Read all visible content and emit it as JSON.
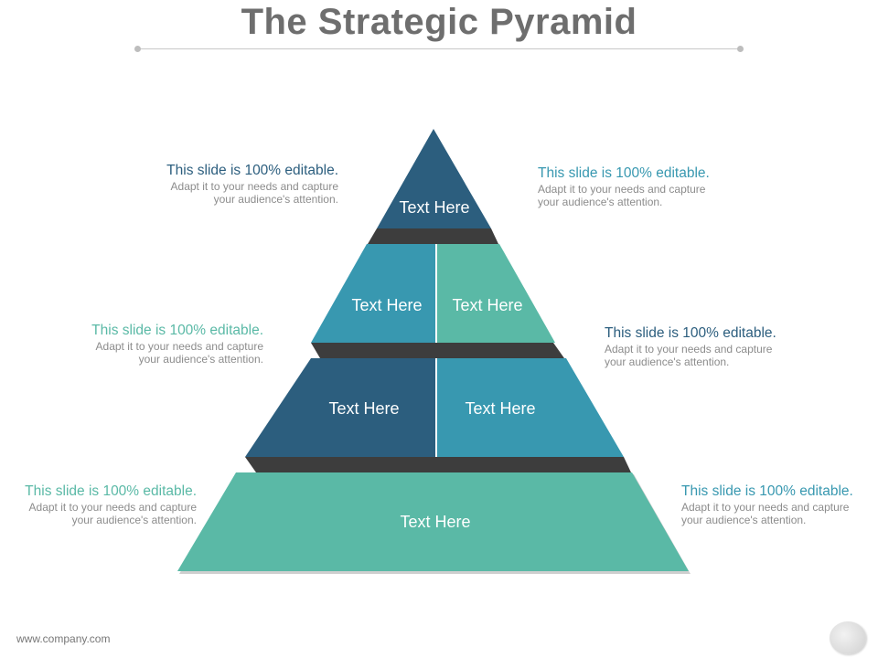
{
  "slide": {
    "title": "The Strategic Pyramid",
    "footer": "www.company.com"
  },
  "colors": {
    "navy": "#2c5e7e",
    "blue": "#3898b0",
    "teal": "#5ab9a6",
    "shelf": "#3d3d3d"
  },
  "pyramid": {
    "tier1": {
      "label": "Text Here"
    },
    "tier2": {
      "left": "Text Here",
      "right": "Text Here"
    },
    "tier3": {
      "left": "Text Here",
      "right": "Text Here"
    },
    "tier4": {
      "label": "Text Here"
    }
  },
  "notes": [
    {
      "head": "This slide is 100% editable.",
      "line1": "Adapt it to your needs and capture",
      "line2": "your audience's attention.",
      "color": "#2c5e7e"
    },
    {
      "head": "This slide is 100% editable.",
      "line1": "Adapt it to your needs and capture",
      "line2": "your audience's attention.",
      "color": "#3898b0"
    },
    {
      "head": "This slide is 100% editable.",
      "line1": "Adapt it to your needs and capture",
      "line2": "your audience's attention.",
      "color": "#5ab9a6"
    },
    {
      "head": "This slide is 100% editable.",
      "line1": "Adapt it to your needs and capture",
      "line2": "your audience's attention.",
      "color": "#2c5e7e"
    },
    {
      "head": "This slide is 100% editable.",
      "line1": "Adapt it to your needs and capture",
      "line2": "your audience's attention.",
      "color": "#5ab9a6"
    },
    {
      "head": "This slide is 100% editable.",
      "line1": "Adapt it to your needs and capture",
      "line2": "your audience's attention.",
      "color": "#3898b0"
    }
  ]
}
